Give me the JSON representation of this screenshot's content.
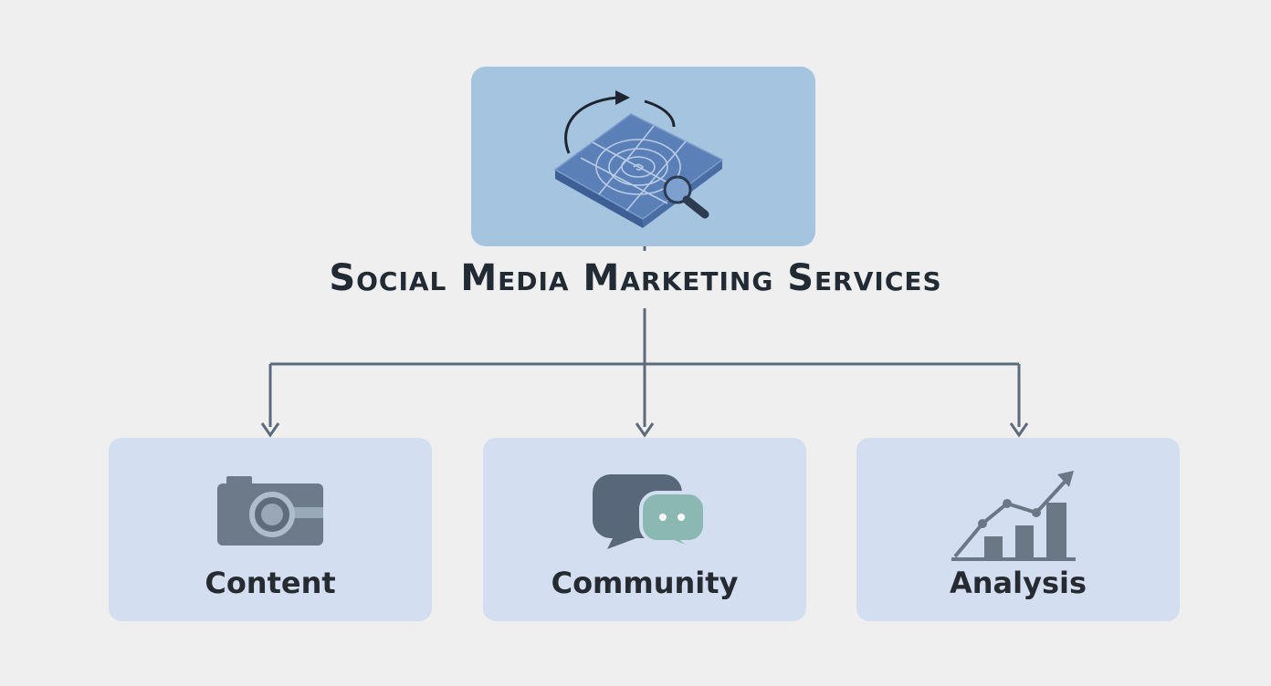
{
  "title": "Social Media Marketing Services",
  "top_icon": "strategy-map-magnifier-icon",
  "children": [
    {
      "label": "Content",
      "icon": "camera-icon"
    },
    {
      "label": "Community",
      "icon": "chat-bubbles-icon"
    },
    {
      "label": "Analysis",
      "icon": "growth-chart-icon"
    }
  ],
  "colors": {
    "background": "#efeff0",
    "top_box": "#a4c4e0",
    "child_box": "#d3dff0",
    "connector": "#5d6a7a",
    "title_text": "#222a33"
  }
}
